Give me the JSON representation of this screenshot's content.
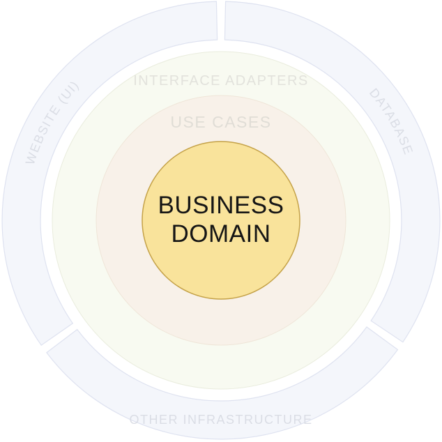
{
  "diagram": {
    "title": "clean-architecture-rings",
    "center": {
      "line1": "BUSINESS",
      "line2": "DOMAIN"
    },
    "rings": [
      {
        "id": "use-cases",
        "label": "USE CASES"
      },
      {
        "id": "interface-adapters",
        "label": "INTERFACE ADAPTERS"
      }
    ],
    "outer_segments": [
      {
        "id": "website-ui",
        "label": "WEBSITE (UI)"
      },
      {
        "id": "database",
        "label": "DATABASE"
      },
      {
        "id": "other-infrastructure",
        "label": "OTHER INFRASTRUCTURE"
      }
    ],
    "colors": {
      "background": "#FFFFFF",
      "outer_ring_fill": "#F4F6FB",
      "outer_ring_stroke": "#DEE2F0",
      "outer_label": "#DADDE5",
      "interface_fill": "#F8FAF1",
      "interface_stroke": "#E9ECDD",
      "interface_label": "#E2E2DC",
      "use_cases_fill": "#F8F1E9",
      "use_cases_stroke": "#EFE5D8",
      "use_cases_label": "#E0DDD6",
      "domain_fill": "#F9E39B",
      "domain_stroke": "#C4A147",
      "domain_label": "#151515"
    }
  }
}
